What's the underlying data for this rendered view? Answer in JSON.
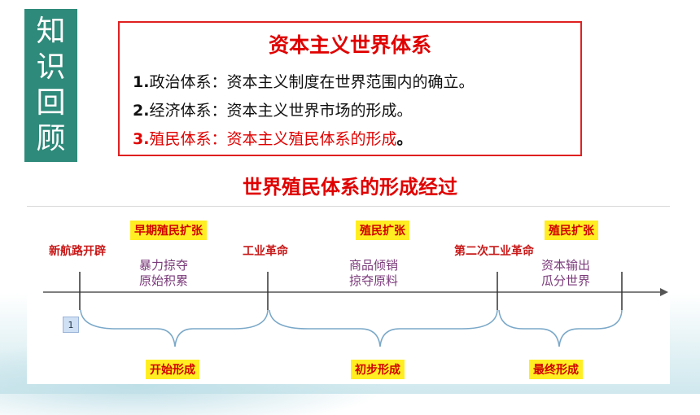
{
  "review_tag": {
    "chars": [
      "知",
      "识",
      "回",
      "顾"
    ]
  },
  "system_box": {
    "title": "资本主义世界体系",
    "lines": [
      {
        "num": "1.",
        "text": "政治体系：资本主义制度在世界范围内的确立。"
      },
      {
        "num": "2.",
        "text": "经济体系：资本主义世界市场的形成。"
      },
      {
        "num": "3.",
        "text": "殖民体系：资本主义殖民体系的形成",
        "end": "。"
      }
    ]
  },
  "heading": "世界殖民体系的形成经过",
  "timeline": {
    "period_tags": [
      "早期殖民扩张",
      "殖民扩张",
      "殖民扩张"
    ],
    "events": [
      "新航路开辟",
      "工业革命",
      "第二次工业革命"
    ],
    "activities": [
      [
        "暴力掠夺",
        "原始积累"
      ],
      [
        "商品倾销",
        "掠夺原料"
      ],
      [
        "资本输出",
        "瓜分世界"
      ]
    ],
    "stages": [
      "开始形成",
      "初步形成",
      "最终形成"
    ],
    "page_number": "1"
  },
  "colors": {
    "tag_bg": "#2e8a7a",
    "accent_red": "#e00000",
    "highlight": "#ffee22",
    "activity": "#7a3a7a"
  }
}
